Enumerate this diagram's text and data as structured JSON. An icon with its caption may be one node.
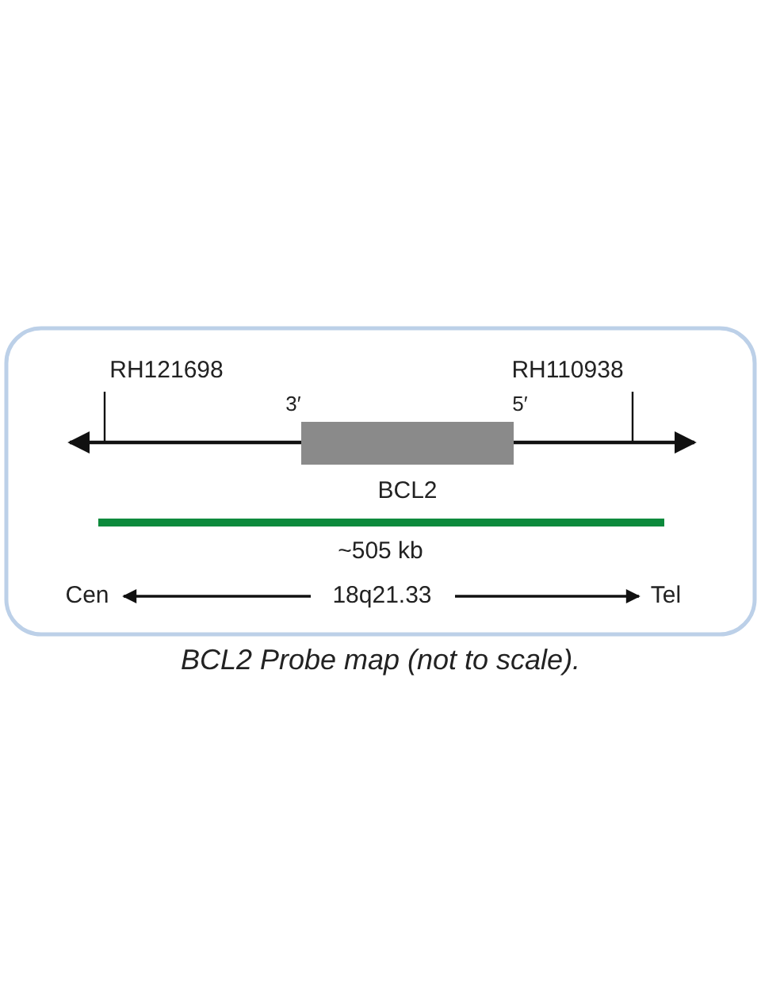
{
  "diagram": {
    "caption": "BCL2 Probe map (not to scale).",
    "labels": [
      "RH121698",
      "RH110938",
      "3′",
      "5′",
      "BCL2",
      "~505 kb",
      "Cen",
      "18q21.33",
      "Tel"
    ]
  }
}
